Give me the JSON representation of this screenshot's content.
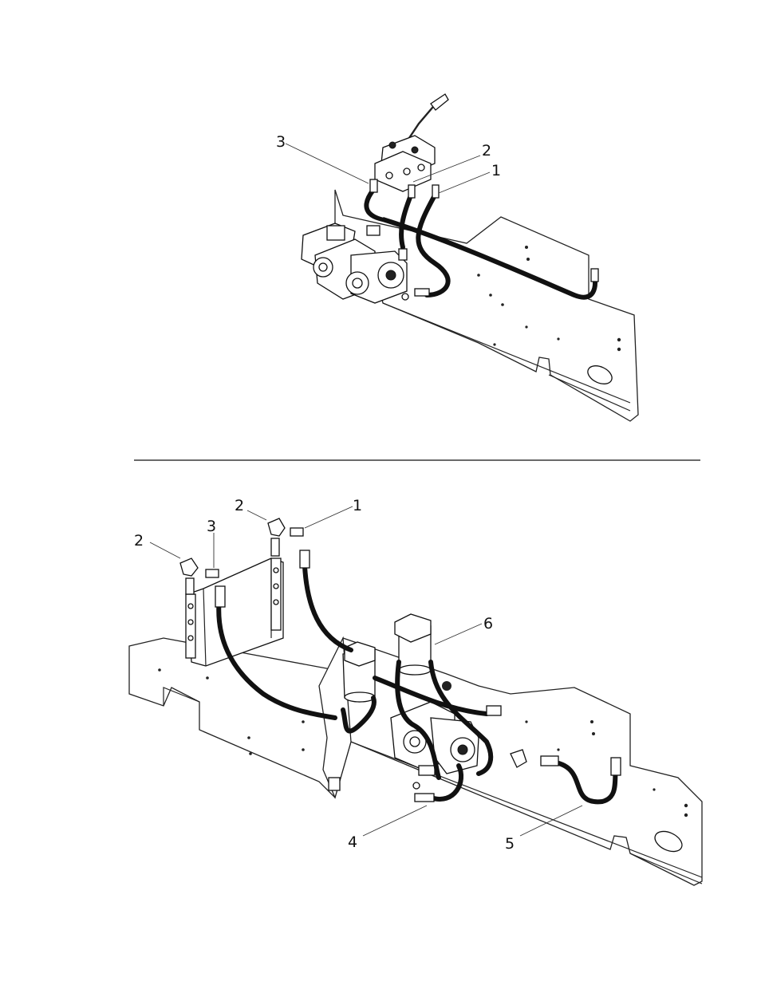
{
  "top_figure": {
    "callouts": [
      {
        "id": "t3",
        "label": "3"
      },
      {
        "id": "t2",
        "label": "2"
      },
      {
        "id": "t1",
        "label": "1"
      }
    ]
  },
  "bottom_figure": {
    "callouts": [
      {
        "id": "b2a",
        "label": "2"
      },
      {
        "id": "b1",
        "label": "1"
      },
      {
        "id": "b2b",
        "label": "2"
      },
      {
        "id": "b3",
        "label": "3"
      },
      {
        "id": "b6",
        "label": "6"
      },
      {
        "id": "b4",
        "label": "4"
      },
      {
        "id": "b5",
        "label": "5"
      }
    ]
  }
}
